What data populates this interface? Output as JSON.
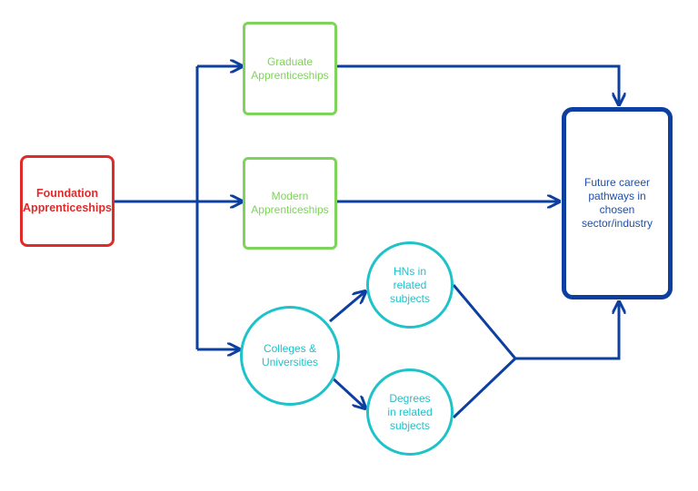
{
  "colors": {
    "foundation": "#e02b2b",
    "apprenticeship": "#7ed35a",
    "education": "#1ec2c9",
    "connector": "#0c3fa0",
    "future_text": "#1d4fa8"
  },
  "nodes": {
    "foundation": {
      "line1": "Foundation",
      "line2": "Apprenticeships"
    },
    "graduate": {
      "line1": "Graduate",
      "line2": "Apprenticeships"
    },
    "modern": {
      "line1": "Modern",
      "line2": "Apprenticeships"
    },
    "colleges": {
      "line1": "Colleges &",
      "line2": "Universities"
    },
    "hns": {
      "line1": "HNs in",
      "line2": "related",
      "line3": "subjects"
    },
    "degrees": {
      "line1": "Degrees",
      "line2": "in related",
      "line3": "subjects"
    },
    "future": {
      "line1": "Future career",
      "line2": "pathways in",
      "line3": "chosen",
      "line4": "sector/industry"
    }
  }
}
